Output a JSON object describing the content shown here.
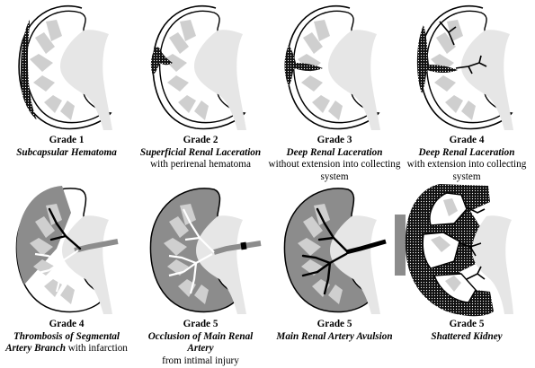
{
  "colors": {
    "outline": "#000000",
    "pelvis": "#e6e6e6",
    "calyx": "#cfcfcf",
    "parenchyma_dark": "#8c8c8c",
    "hematoma": "#111111",
    "background": "#ffffff"
  },
  "panels": [
    {
      "grade": "Grade 1",
      "title": "Subcapsular Hematoma",
      "note": "",
      "variant": "subcapsular"
    },
    {
      "grade": "Grade 2",
      "title": "Superficial Renal Laceration",
      "note": "with perirenal hematoma",
      "variant": "superficial"
    },
    {
      "grade": "Grade 3",
      "title": "Deep Renal Laceration",
      "note": "without extension into collecting system",
      "variant": "deep"
    },
    {
      "grade": "Grade 4",
      "title": "Deep Renal Laceration",
      "note": "with extension into collecting system",
      "variant": "deep-collecting"
    },
    {
      "grade": "Grade 4",
      "title": "Thrombosis of Segmental Artery Branch",
      "note": "with infarction",
      "variant": "segmental"
    },
    {
      "grade": "Grade 5",
      "title": "Occlusion of Main Renal Artery",
      "note": "from intimal injury",
      "variant": "occlusion"
    },
    {
      "grade": "Grade 5",
      "title": "Main Renal Artery Avulsion",
      "note": "",
      "variant": "avulsion"
    },
    {
      "grade": "Grade 5",
      "title": "Shattered Kidney",
      "note": "",
      "variant": "shattered"
    }
  ]
}
